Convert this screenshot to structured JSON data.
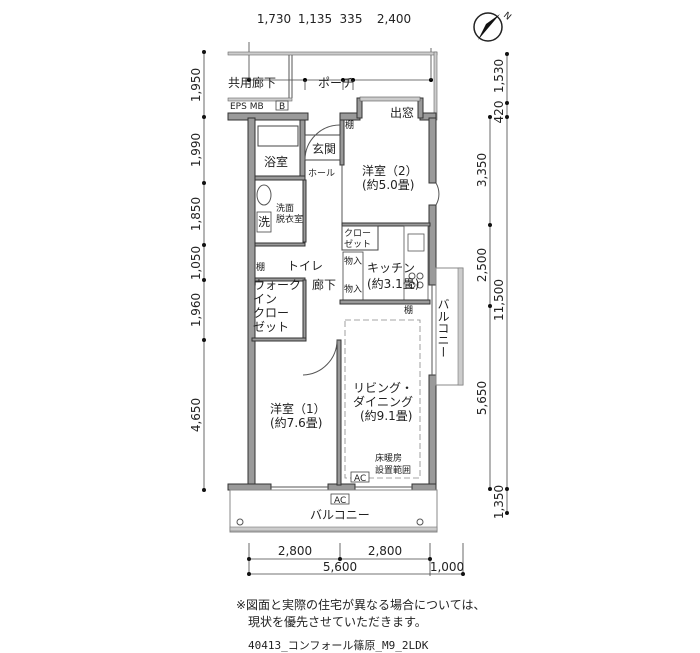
{
  "dimensions": {
    "top": [
      "1,730",
      "1,135",
      "335",
      "2,400"
    ],
    "left": [
      "1,950",
      "1,990",
      "1,850",
      "1,050",
      "1,960",
      "4,650"
    ],
    "right_outer": [
      "1,530",
      "420",
      "11,500",
      "1,350"
    ],
    "right_inner": [
      "3,350",
      "2,500",
      "5,650"
    ],
    "bottom_row1": [
      "2,800",
      "2,800"
    ],
    "bottom_row2": [
      "5,600",
      "1,000"
    ]
  },
  "rooms": {
    "common_corridor": "共用廊下",
    "porch": "ポーチ",
    "eps_mb": "EPS MB",
    "b_box": "B",
    "bay_window": "出窓",
    "bathroom": "浴室",
    "entrance": "玄関",
    "hall": "ホール",
    "western2_name": "洋室（2）",
    "western2_size": "(約5.0畳)",
    "washroom_l1": "洗面",
    "washroom_l2": "脱衣室",
    "washer": "洗",
    "closet_l1": "クロー",
    "closet_l2": "ゼット",
    "toilet": "トイレ",
    "kitchen_name": "キッチン",
    "kitchen_size": "(約3.1畳)",
    "storage": "物入",
    "wic_l1": "ウォーク",
    "wic_l2": "イン",
    "wic_l3": "クロー",
    "wic_l4": "ゼット",
    "corridor": "廊下",
    "side_balcony": "バルコニー",
    "western1_name": "洋室（1）",
    "western1_size": "(約7.6畳)",
    "ldk_l1": "リビング・",
    "ldk_l2": "ダイニング",
    "ldk_size": "(約9.1畳)",
    "floor_heat_l1": "床暖房",
    "floor_heat_l2": "設置範囲",
    "ac": "AC",
    "balcony": "バルコニー",
    "shelf": "棚"
  },
  "compass": {
    "label": "N"
  },
  "notes": {
    "line1": "※図面と実際の住宅が異なる場合については、",
    "line2": "現状を優先させていただきます。"
  },
  "caption": "40413_コンフォール篠原_M9_2LDK"
}
